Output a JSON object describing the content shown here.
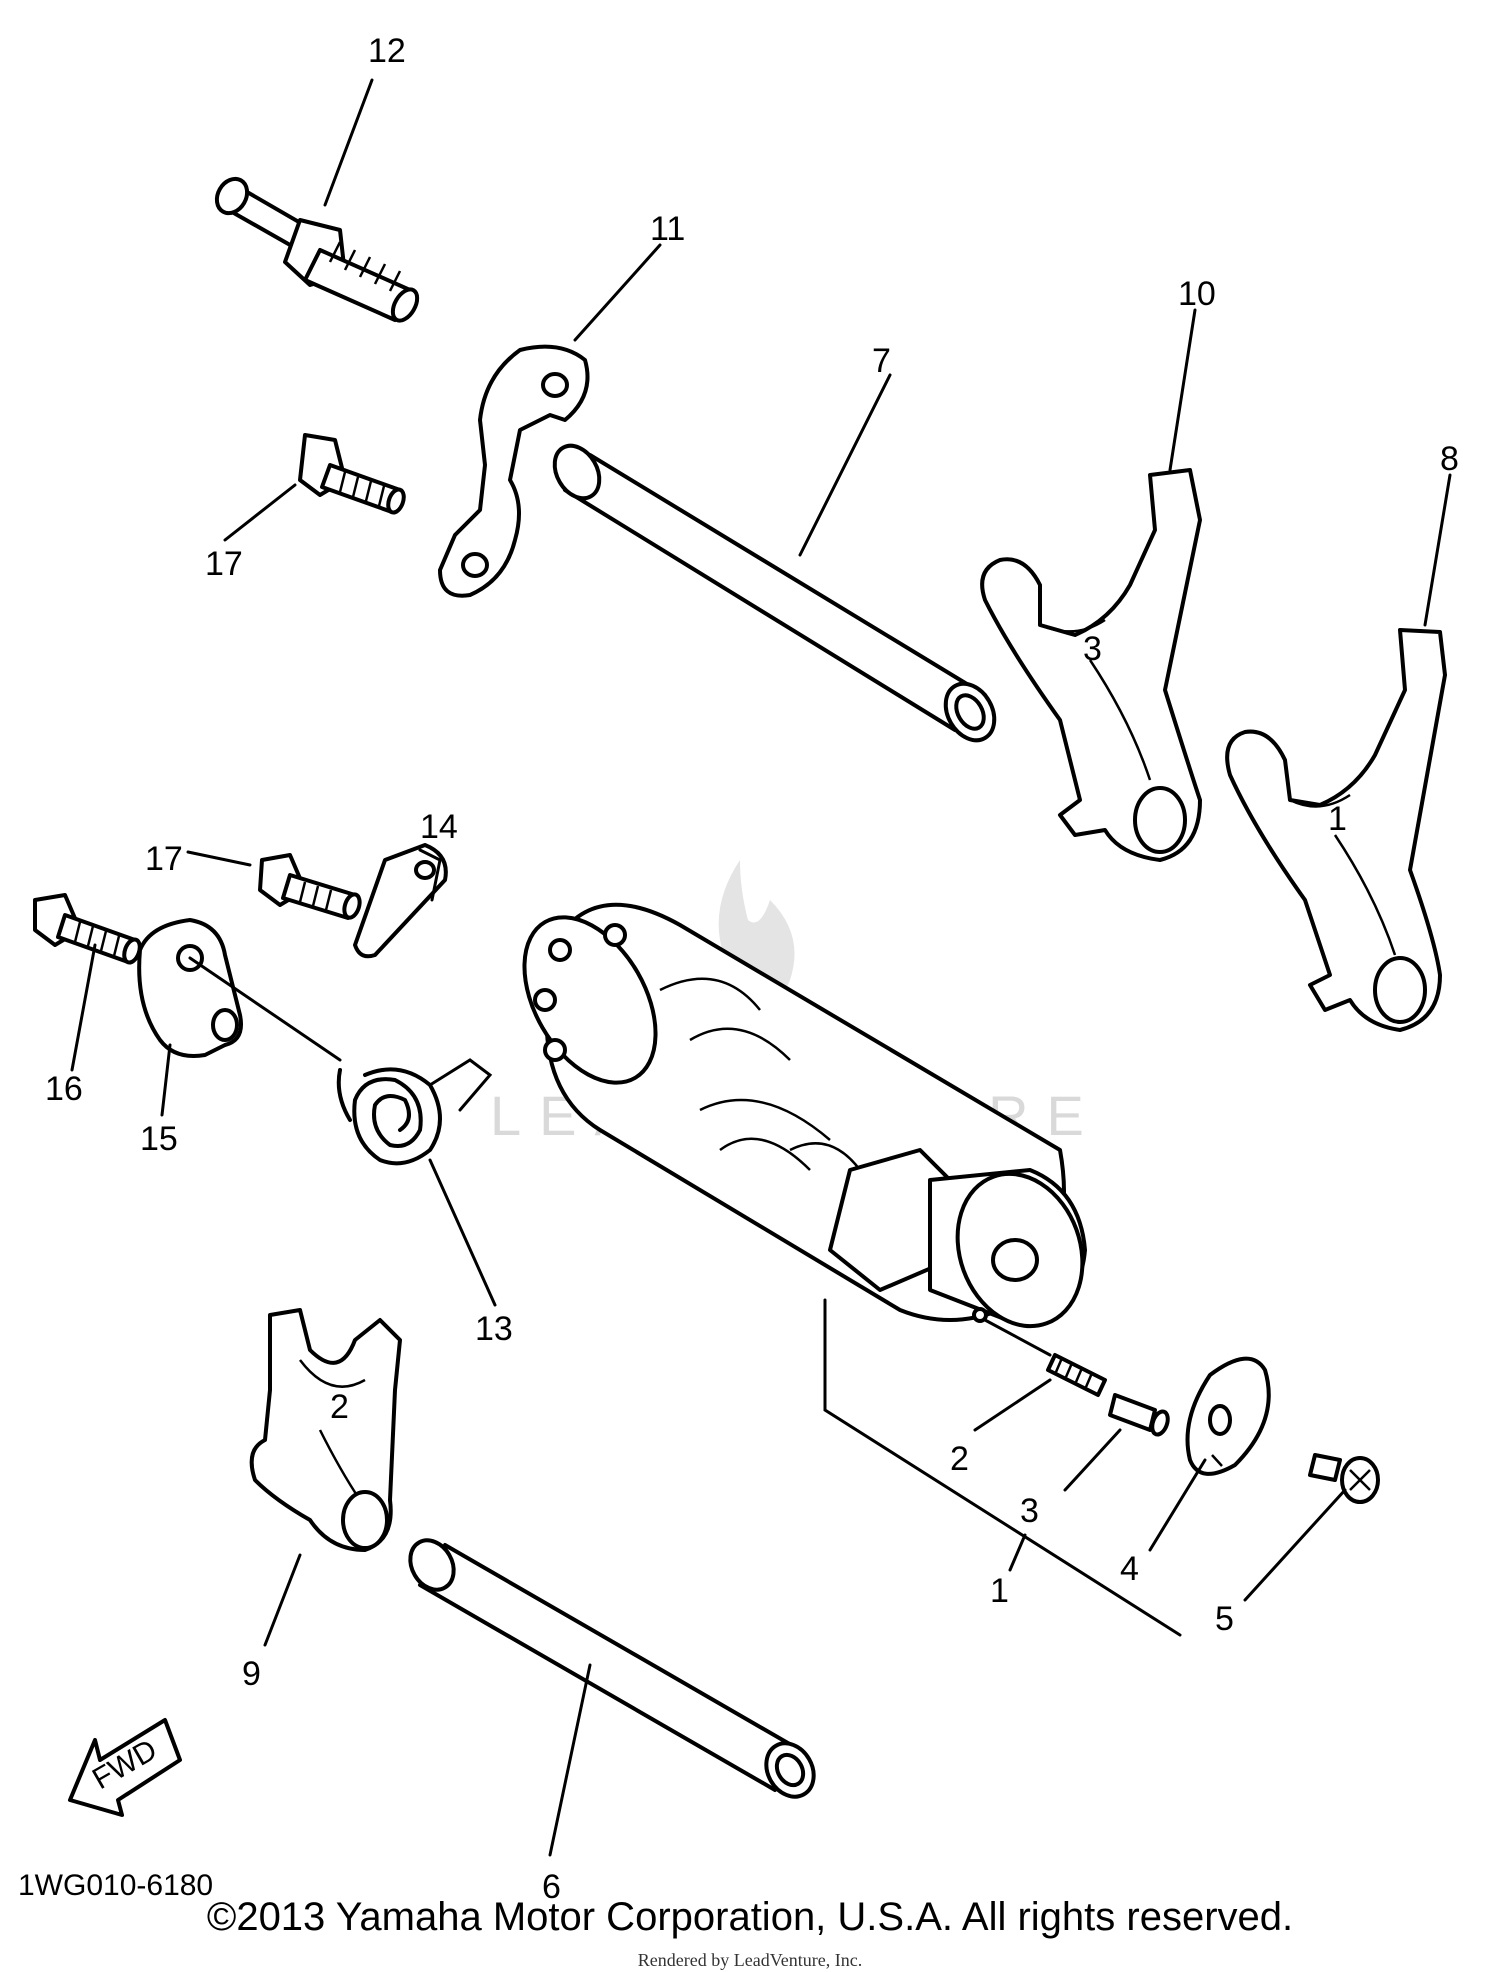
{
  "diagram": {
    "part_numbers": [
      "1",
      "2",
      "3",
      "4",
      "5",
      "6",
      "7",
      "8",
      "9",
      "10",
      "11",
      "12",
      "13",
      "14",
      "15",
      "16",
      "17"
    ],
    "second_17_label": "17",
    "diagram_code": "1WG010-6180",
    "fwd_label": "FWD",
    "fork_marks": {
      "fork_10": "3",
      "fork_8": "1",
      "fork_9": "2"
    },
    "watermark": "LEADVENTURE"
  },
  "footer": {
    "copyright": "©2013 Yamaha Motor Corporation, U.S.A. All rights reserved.",
    "rendered_by": "Rendered by LeadVenture, Inc."
  }
}
